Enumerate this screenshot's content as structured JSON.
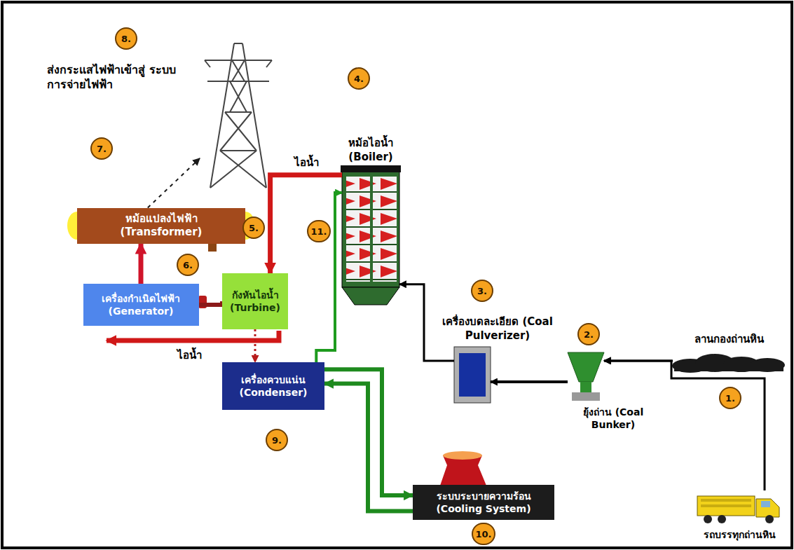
{
  "diagram": {
    "nodes": [
      {
        "text": [
          "ส่งกระแสไฟฟ้าเข้าสู่ ระบบการจ่ายไฟฟ้า"
        ]
      },
      {
        "text": [
          "หม้อไอน้ำ (Boiler)"
        ]
      },
      {
        "text": [
          "หม้อแปลงไฟฟ้า (Transformer)"
        ]
      },
      {
        "text": [
          "กังหันไอน้ำ (Turbine)"
        ]
      },
      {
        "text": [
          "เครื่องกำเนิดไฟฟ้า (Generator)"
        ]
      },
      {
        "text": [
          "เครื่องบดละเอียด (Coal Pulverizer)"
        ]
      },
      {
        "text": [
          "ลานกองถ่านหิน"
        ]
      },
      {
        "text": [
          "เครื่องควบแน่น (Condenser)"
        ]
      },
      {
        "text": [
          "ยุ้งถ่าน (Coal Bunker)"
        ]
      },
      {
        "text": [
          "ระบบระบายความร้อน (Cooling System)"
        ]
      },
      {
        "text": [
          "รถบรรทุกถ่านหิน"
        ]
      }
    ],
    "edges": [
      {
        "from": 10,
        "to": 8,
        "arrow": "to"
      },
      {
        "from": 6,
        "to": 8,
        "arrow": "to"
      },
      {
        "from": 8,
        "to": 5,
        "arrow": "to"
      },
      {
        "from": 5,
        "to": 1,
        "arrow": "to"
      },
      {
        "from": 1,
        "to": 3,
        "arrow": "to",
        "label": "ไอน้ำ"
      },
      {
        "from": 3,
        "to": 4,
        "arrow": "none"
      },
      {
        "from": 4,
        "to": 2,
        "arrow": "to"
      },
      {
        "from": 2,
        "to": 0,
        "arrow": "to"
      },
      {
        "from": 3,
        "to": 7,
        "arrow": "to"
      },
      {
        "from": 7,
        "to": 1,
        "arrow": "to"
      },
      {
        "from": 7,
        "to": 9,
        "arrow": "to"
      },
      {
        "from": 9,
        "to": 7,
        "arrow": "to"
      }
    ],
    "labels": [
      "8.",
      "4.",
      "7.",
      "11.",
      "5.",
      "6.",
      "3.",
      "2.",
      "1.",
      "ไอน้ำ",
      "9.",
      "10."
    ]
  }
}
